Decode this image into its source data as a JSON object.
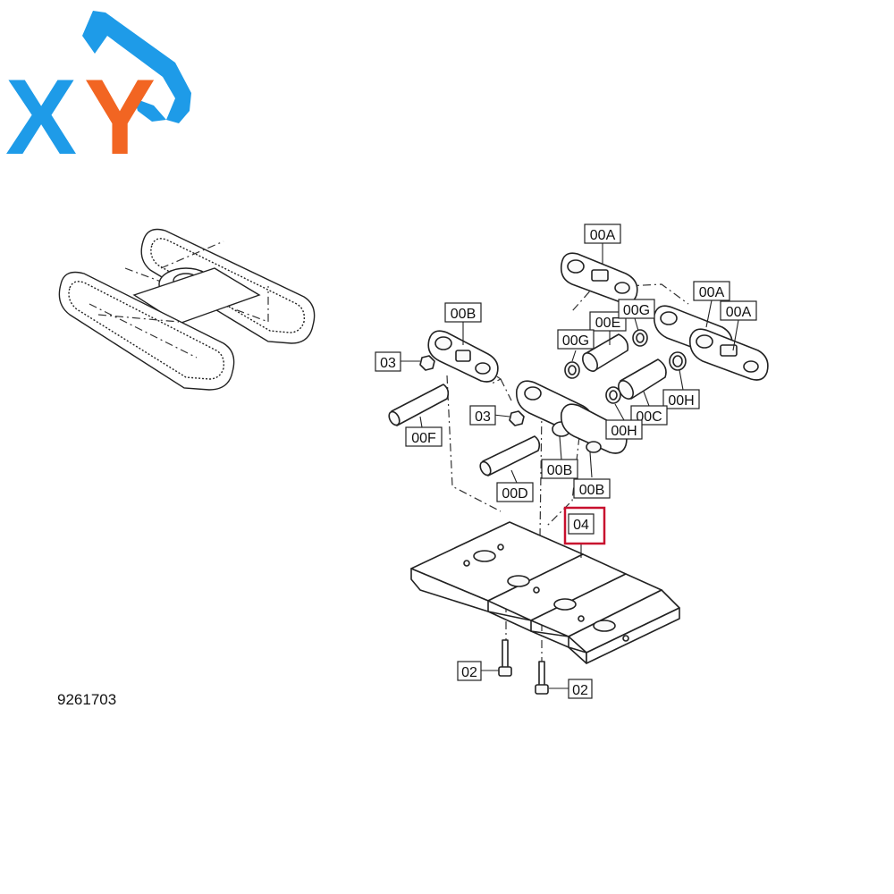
{
  "logo": {
    "text": "XY",
    "colors": {
      "x": "#1E9BE8",
      "y": "#F26522",
      "excavator": "#1E9BE8"
    }
  },
  "document_number": "9261703",
  "highlight_color": "#C8102E",
  "callouts": {
    "c00A_top": "00A",
    "c00A_mid": "00A",
    "c00A_right": "00A",
    "c00B_left": "00B",
    "c00B_mid": "00B",
    "c00B_right": "00B",
    "c00E": "00E",
    "c00G_top": "00G",
    "c00G_left": "00G",
    "c00H_right": "00H",
    "c00H_mid": "00H",
    "c00C": "00C",
    "c00F": "00F",
    "c00D": "00D",
    "c03_left": "03",
    "c03_mid": "03",
    "c04": "04",
    "c02_left": "02",
    "c02_right": "02"
  }
}
